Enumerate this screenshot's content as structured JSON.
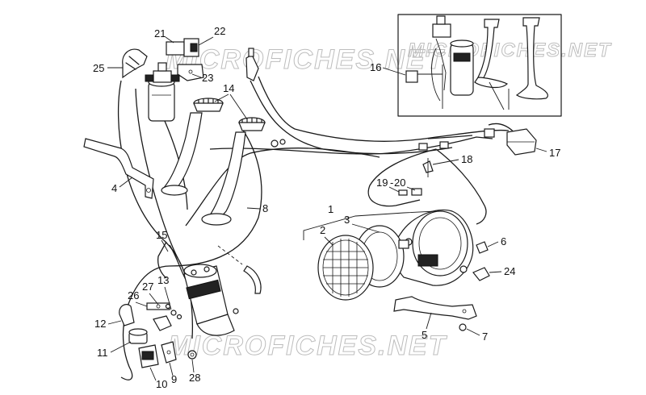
{
  "diagram": {
    "type": "exploded-parts-diagram",
    "watermark_text": "MICROFICHES.NET",
    "part_labels": [
      "1",
      "2",
      "3",
      "4",
      "5",
      "6",
      "7",
      "8",
      "9",
      "10",
      "11",
      "12",
      "13",
      "14",
      "15",
      "16",
      "17",
      "18",
      "19",
      "20",
      "21",
      "22",
      "23",
      "24",
      "25",
      "26",
      "27",
      "28"
    ],
    "inset_box": {
      "label": "16"
    }
  }
}
